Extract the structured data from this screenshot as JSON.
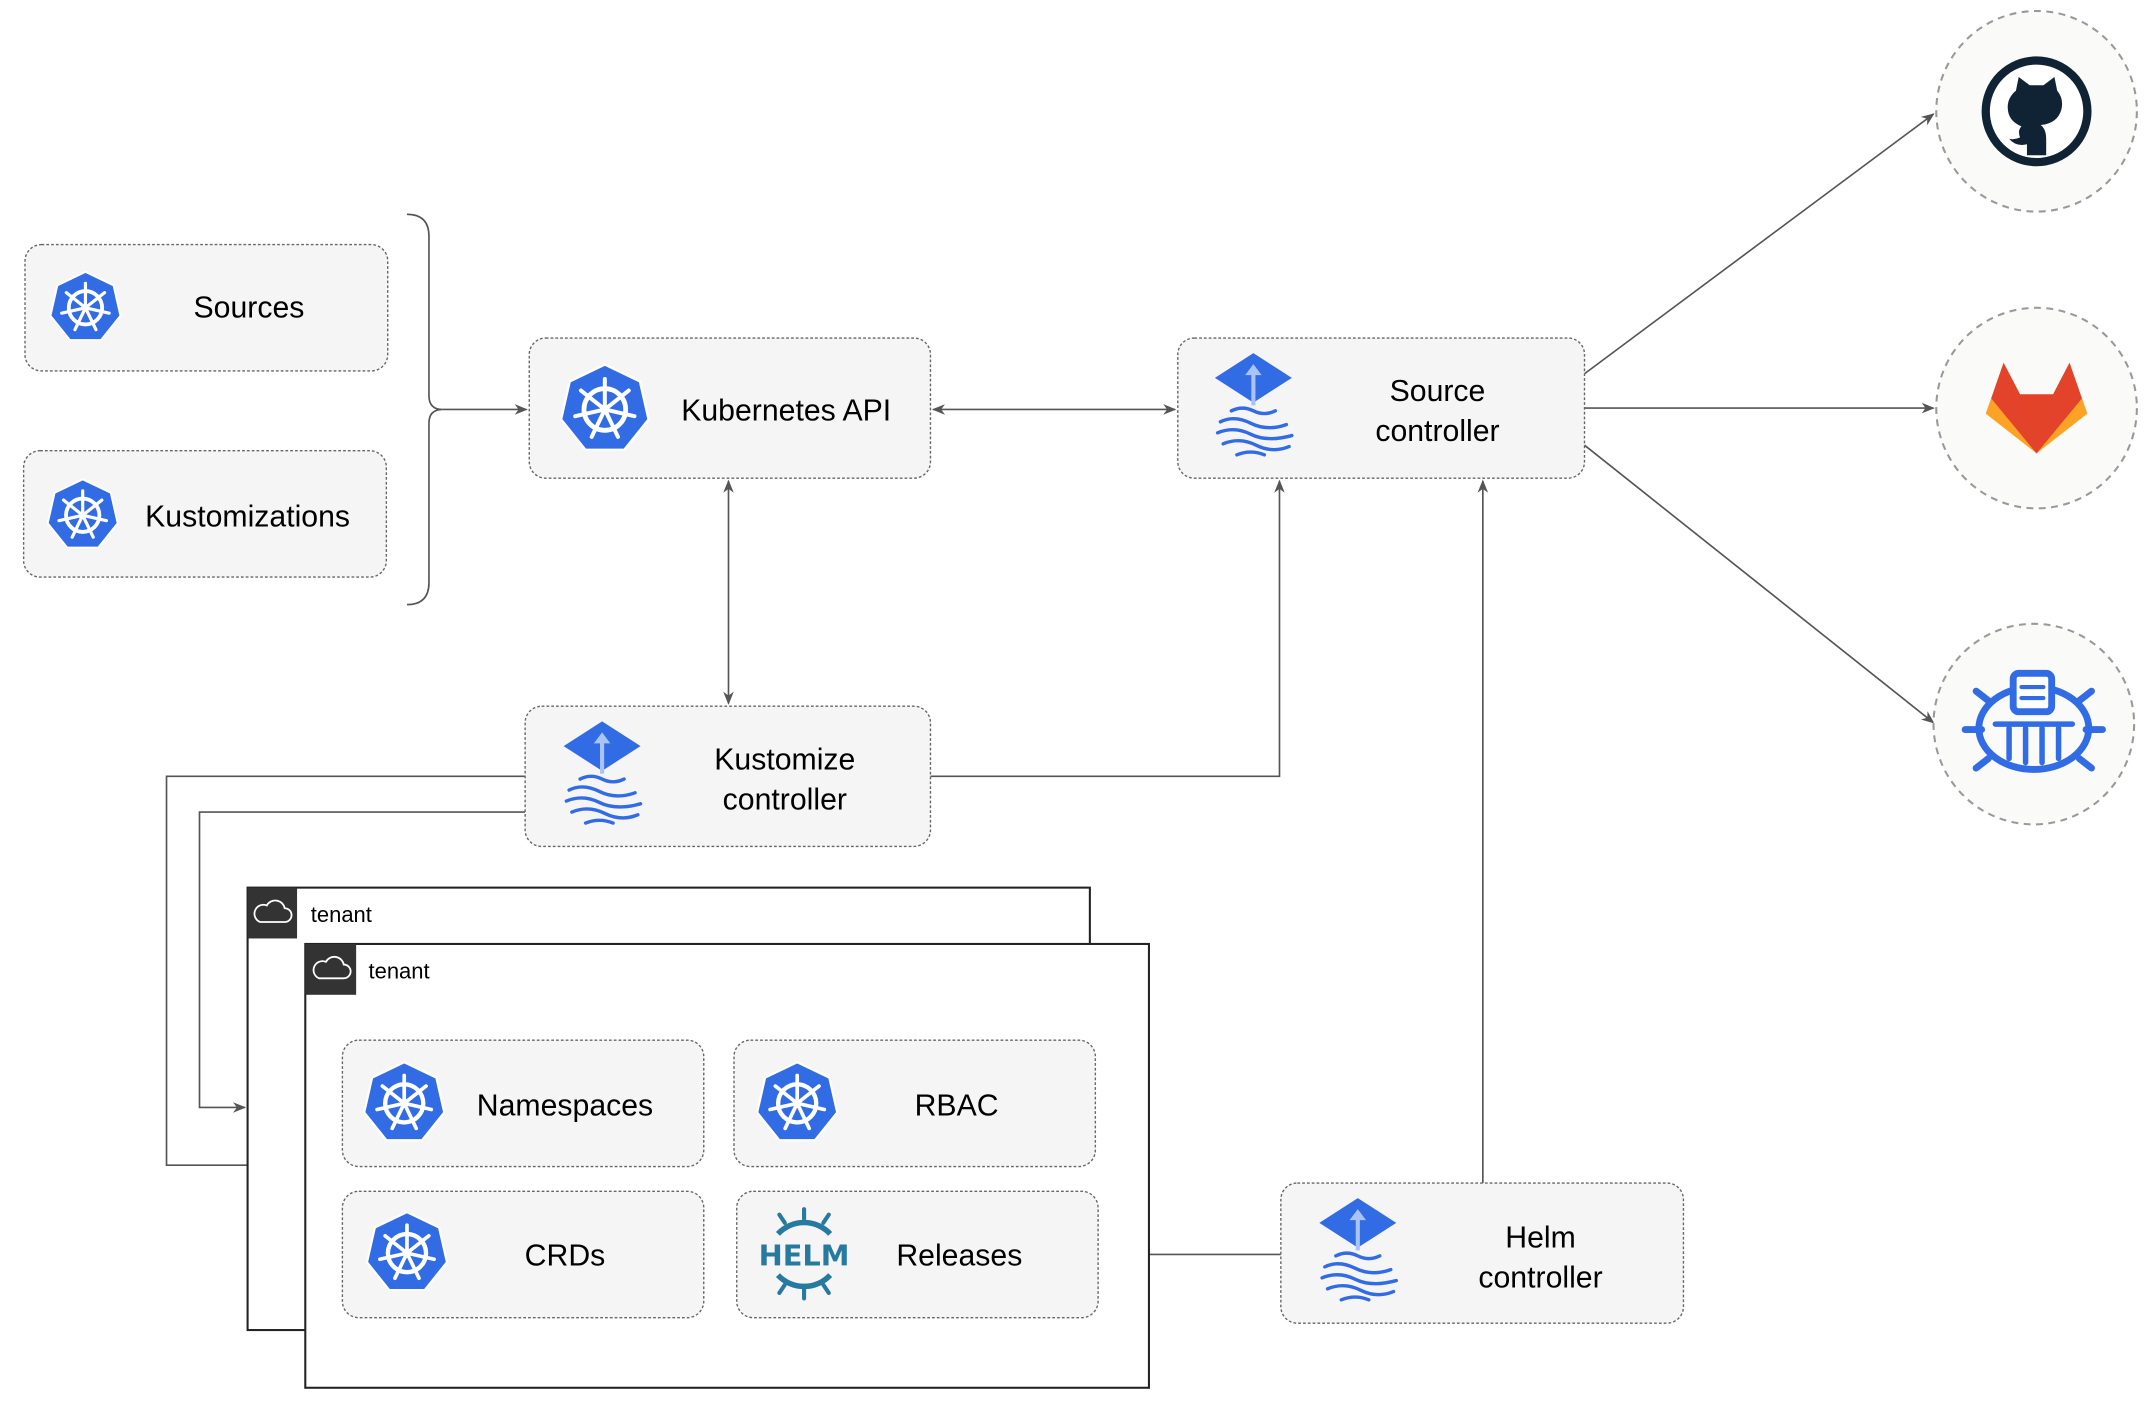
{
  "nodes": {
    "sources": "Sources",
    "kustomizations": "Kustomizations",
    "kubernetes_api": "Kubernetes API",
    "source_controller": [
      "Source",
      "controller"
    ],
    "kustomize_controller": [
      "Kustomize",
      "controller"
    ],
    "helm_controller": [
      "Helm",
      "controller"
    ],
    "namespaces": "Namespaces",
    "rbac": "RBAC",
    "crds": "CRDs",
    "releases": "Releases"
  },
  "tenants": [
    "tenant",
    "tenant"
  ],
  "helm_logo_text": "HELM",
  "external_sources": [
    {
      "icon": "github-icon"
    },
    {
      "icon": "gitlab-icon"
    },
    {
      "icon": "helm-repository-icon"
    }
  ],
  "colors": {
    "kubernetes_blue": "#326CE5",
    "helm_teal": "#277A9F",
    "github_dark": "#102334",
    "gitlab_orange": "#E2432A",
    "gitlab_light": "#FCA326"
  }
}
